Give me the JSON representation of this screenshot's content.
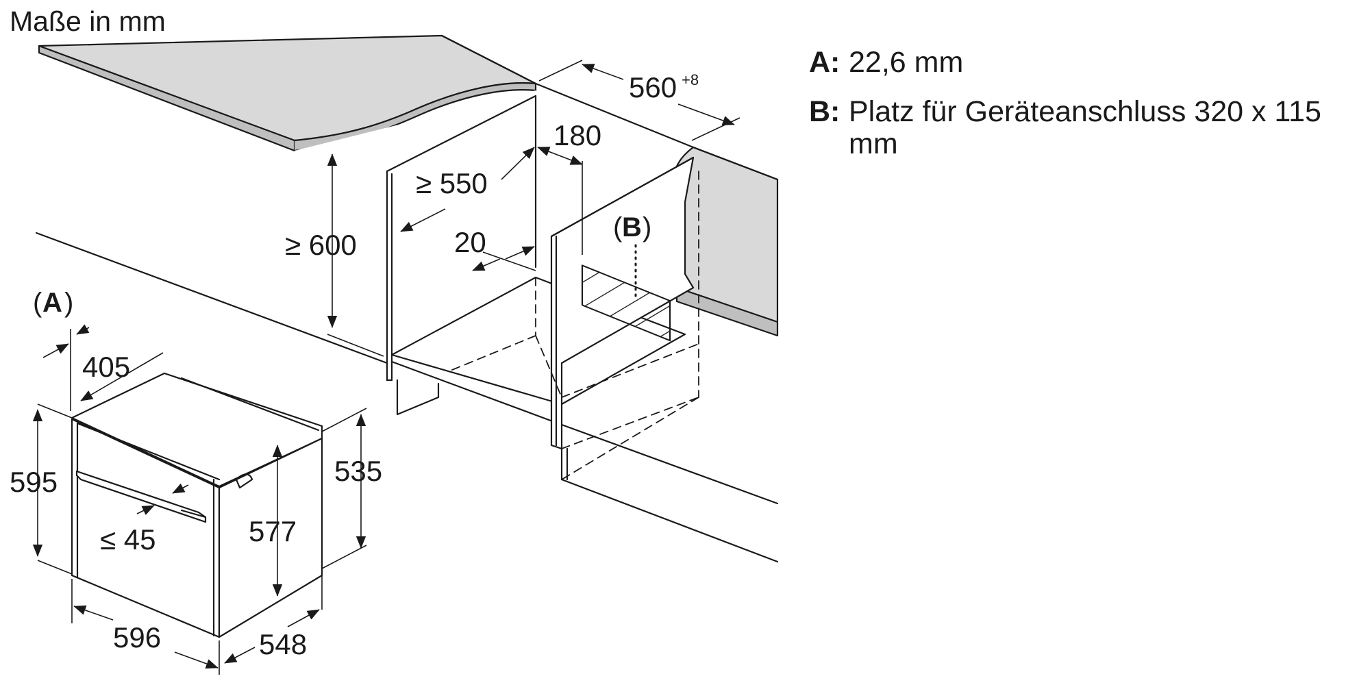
{
  "title": "Maße in mm",
  "legend": [
    {
      "key": "A:",
      "text": "22,6 mm"
    },
    {
      "key": "B:",
      "text": "Platz für Geräteanschluss 320 x 115 mm"
    }
  ],
  "markers": {
    "a": "A",
    "b": "B",
    "open": "(",
    "close": ")"
  },
  "dims": {
    "w560": "560",
    "w560_tol": "+8",
    "d180": "180",
    "d550": "≥ 550",
    "h600": "≥ 600",
    "d20": "20",
    "d405": "405",
    "h595": "595",
    "h535": "535",
    "h577": "577",
    "d45": "≤ 45",
    "w596": "596",
    "d548": "548"
  },
  "colors": {
    "line": "#1a1a1a",
    "worktop": "#d9d9d9",
    "panel": "#f2f2f2"
  }
}
